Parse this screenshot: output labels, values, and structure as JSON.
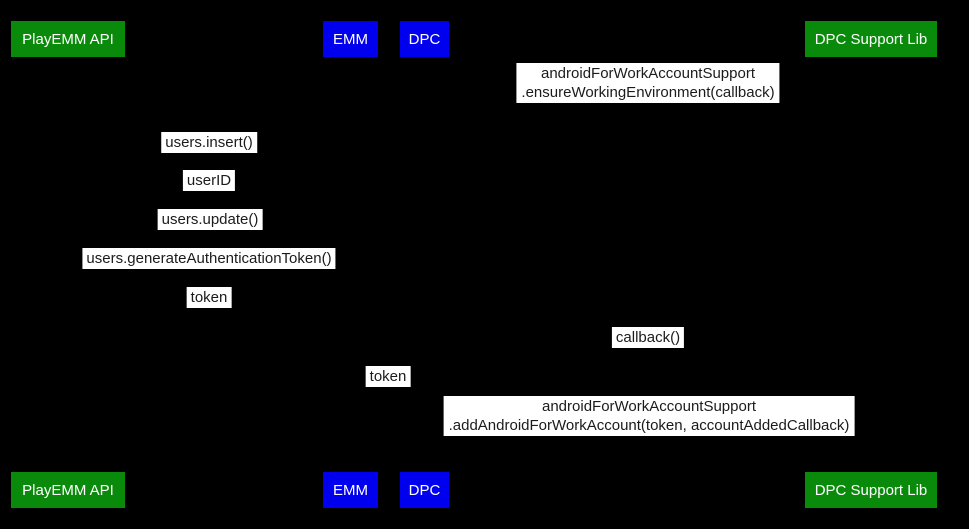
{
  "diagram": {
    "type": "sequence-diagram",
    "background_color": "#000000",
    "label_background_color": "#ffffff",
    "label_text_color": "#1b1b1b",
    "participant_colors": {
      "green": "#0a8a0a",
      "blue": "#0000ee"
    },
    "participants": [
      {
        "label": "PlayEMM API",
        "color": "#0a8a0a"
      },
      {
        "label": "EMM",
        "color": "#0000ee"
      },
      {
        "label": "DPC",
        "color": "#0000ee"
      },
      {
        "label": "DPC Support Lib",
        "color": "#0a8a0a"
      }
    ],
    "messages": [
      {
        "line1": "androidForWorkAccountSupport",
        "line2": ".ensureWorkingEnvironment(callback)"
      },
      {
        "line1": "users.insert()"
      },
      {
        "line1": "userID"
      },
      {
        "line1": "users.update()"
      },
      {
        "line1": "users.generateAuthenticationToken()"
      },
      {
        "line1": "token"
      },
      {
        "line1": "callback()"
      },
      {
        "line1": "token"
      },
      {
        "line1": "androidForWorkAccountSupport",
        "line2": ".addAndroidForWorkAccount(token, accountAddedCallback)"
      }
    ]
  }
}
